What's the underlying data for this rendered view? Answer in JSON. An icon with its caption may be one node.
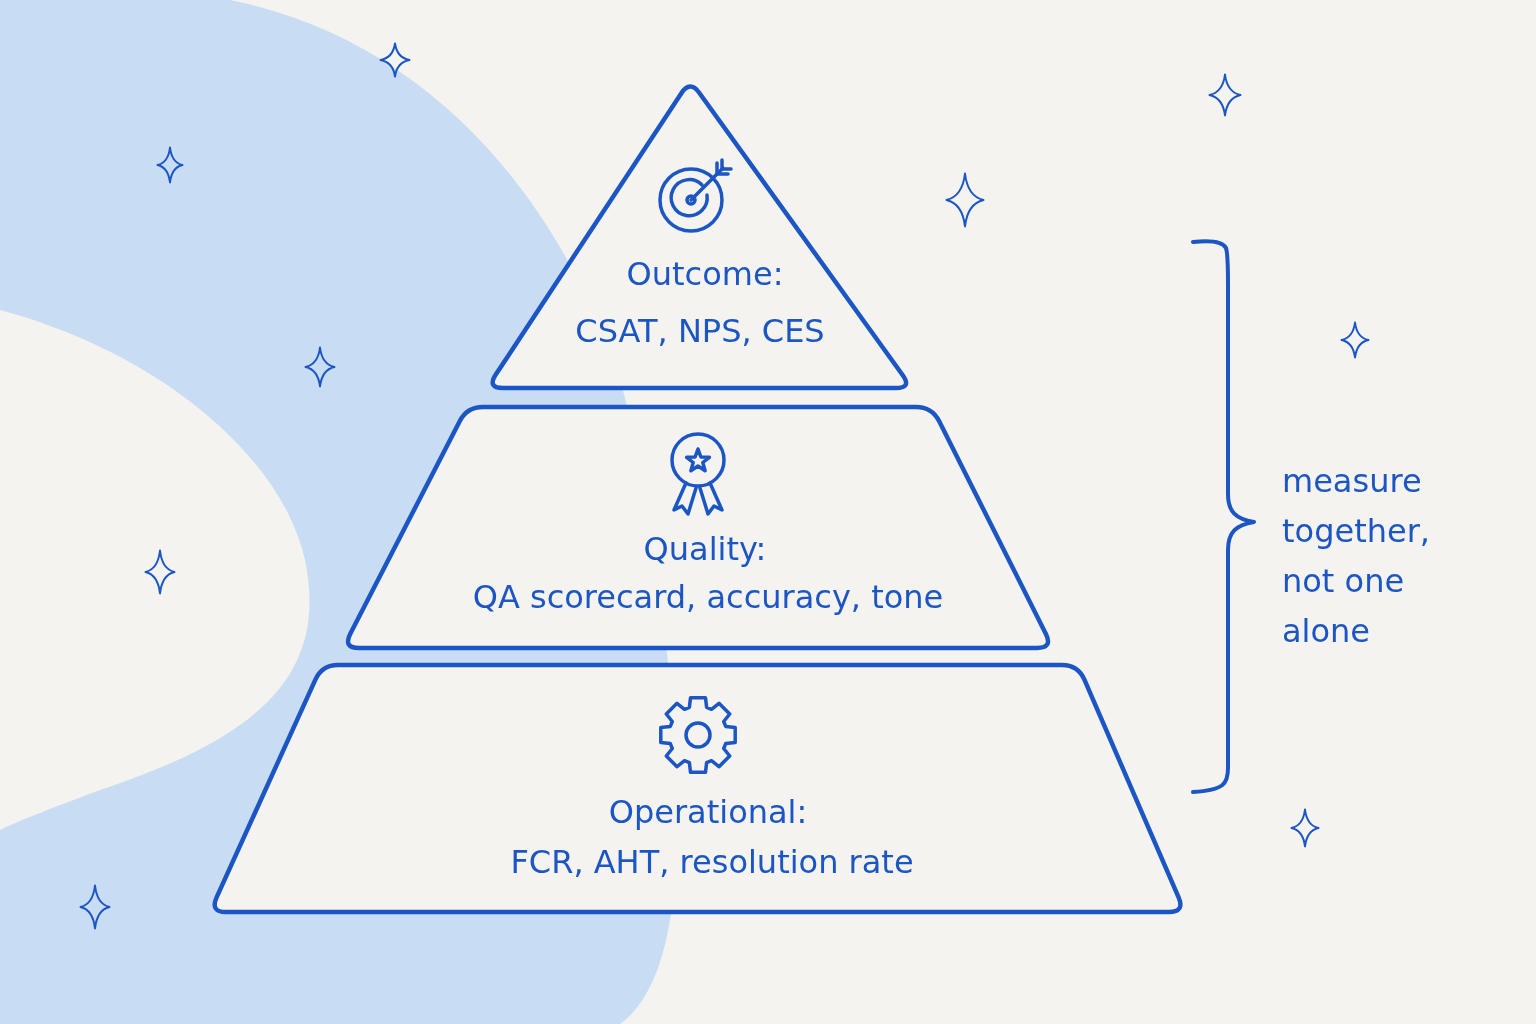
{
  "diagram": {
    "nodes": [
      {
        "text": [
          "Outcome:",
          "CSAT, NPS, CES"
        ]
      },
      {
        "text": [
          "Quality:",
          "QA scorecard, accuracy, tone"
        ]
      },
      {
        "text": [
          "Operational:",
          "FCR, AHT, resolution rate"
        ]
      }
    ],
    "labels": [
      "measure together, not one alone"
    ]
  }
}
